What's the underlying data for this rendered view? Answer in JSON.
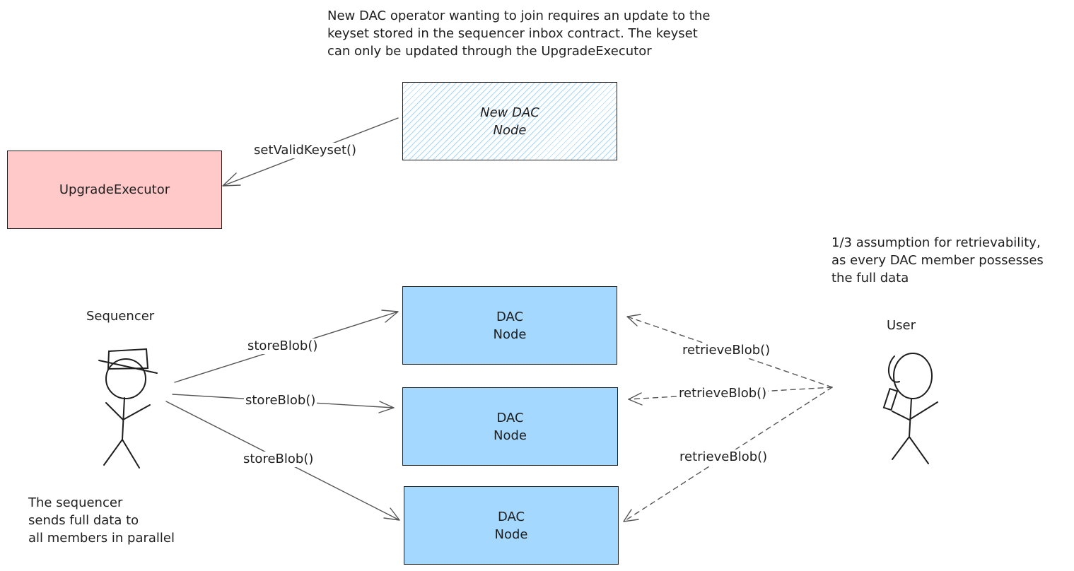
{
  "notes": {
    "top": "New DAC operator wanting to join requires an update to the\nkeyset stored in the sequencer inbox contract. The keyset\ncan only be updated through the UpgradeExecutor",
    "retrievability": "1/3 assumption for retrievability,\nas every DAC member possesses\nthe full data",
    "sequencer": "The sequencer\nsends full data to\nall members in parallel"
  },
  "boxes": {
    "new_dac_node": "New DAC\nNode",
    "upgrade_executor": "UpgradeExecutor",
    "dac_node_1": "DAC\nNode",
    "dac_node_2": "DAC\nNode",
    "dac_node_3": "DAC\nNode"
  },
  "actors": {
    "sequencer": "Sequencer",
    "user": "User"
  },
  "edges": {
    "set_keyset": "setValidKeyset()",
    "store_1": "storeBlob()",
    "store_2": "storeBlob()",
    "store_3": "storeBlob()",
    "retrieve_1": "retrieveBlob()",
    "retrieve_2": "retrieveBlob()",
    "retrieve_3": "retrieveBlob()"
  },
  "colors": {
    "upgrade_executor_fill": "#ffc9c9",
    "dac_node_fill": "#a5d8ff",
    "new_node_hatch": "#a5d8ff",
    "stroke": "#1e1e1e"
  }
}
